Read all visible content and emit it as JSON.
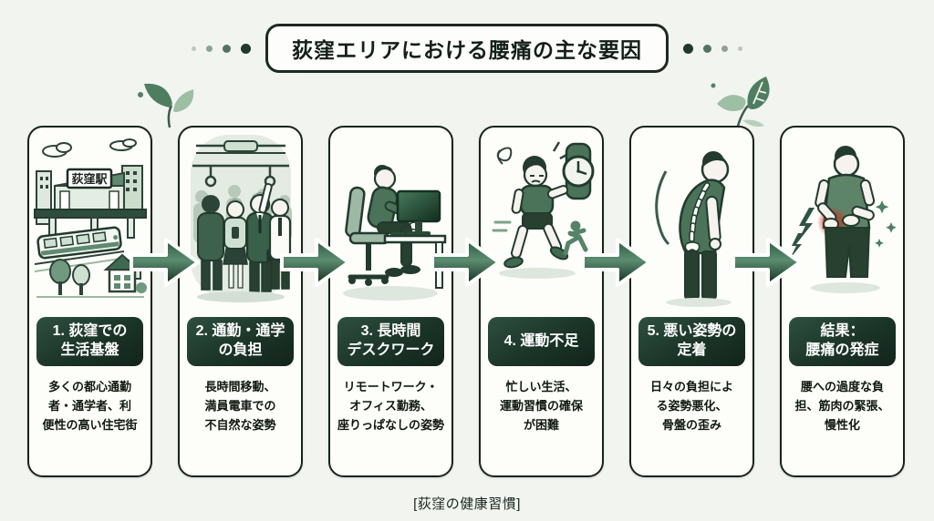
{
  "page": {
    "title": "荻窪エリアにおける腰痛の主な要因",
    "footer": "[荻窪の健康習慣]"
  },
  "colors": {
    "background": "#f2f4f0",
    "panel_border": "#17231c",
    "badge_background": "#1b3428",
    "badge_text": "#ffffff",
    "arrow_green": "#2a5a43",
    "accent_green": "#4c7f63",
    "pain_red": "#c03a25"
  },
  "steps": [
    {
      "badge": "1. 荻窪での\n生活基盤",
      "body": "多くの都心通勤\n者・通学者、利\n便性の高い住宅街",
      "illustration": "ogikubo-station-cityscape",
      "station_sign": "荻窪駅"
    },
    {
      "badge": "2. 通勤・通学\nの負担",
      "body": "長時間移動、\n満員電車での\n不自然な姿勢",
      "illustration": "crowded-train-commuters"
    },
    {
      "badge": "3. 長時間\nデスクワーク",
      "body": "リモートワーク・\nオフィス勤務、\n座りっぱなしの姿勢",
      "illustration": "desk-work-computer"
    },
    {
      "badge": "4. 運動不足",
      "body": "忙しい生活、\n運動習慣の確保\nが困難",
      "illustration": "tired-runner-clock"
    },
    {
      "badge": "5. 悪い姿勢の\n定着",
      "body": "日々の負担によ\nる姿勢悪化、\n骨盤の歪み",
      "illustration": "hunched-posture-spine"
    },
    {
      "badge": "結果：\n腰痛の発症",
      "body": "腰への過度な負\n担、筋肉の緊張、\n慢性化",
      "illustration": "lower-back-pain-man"
    }
  ]
}
